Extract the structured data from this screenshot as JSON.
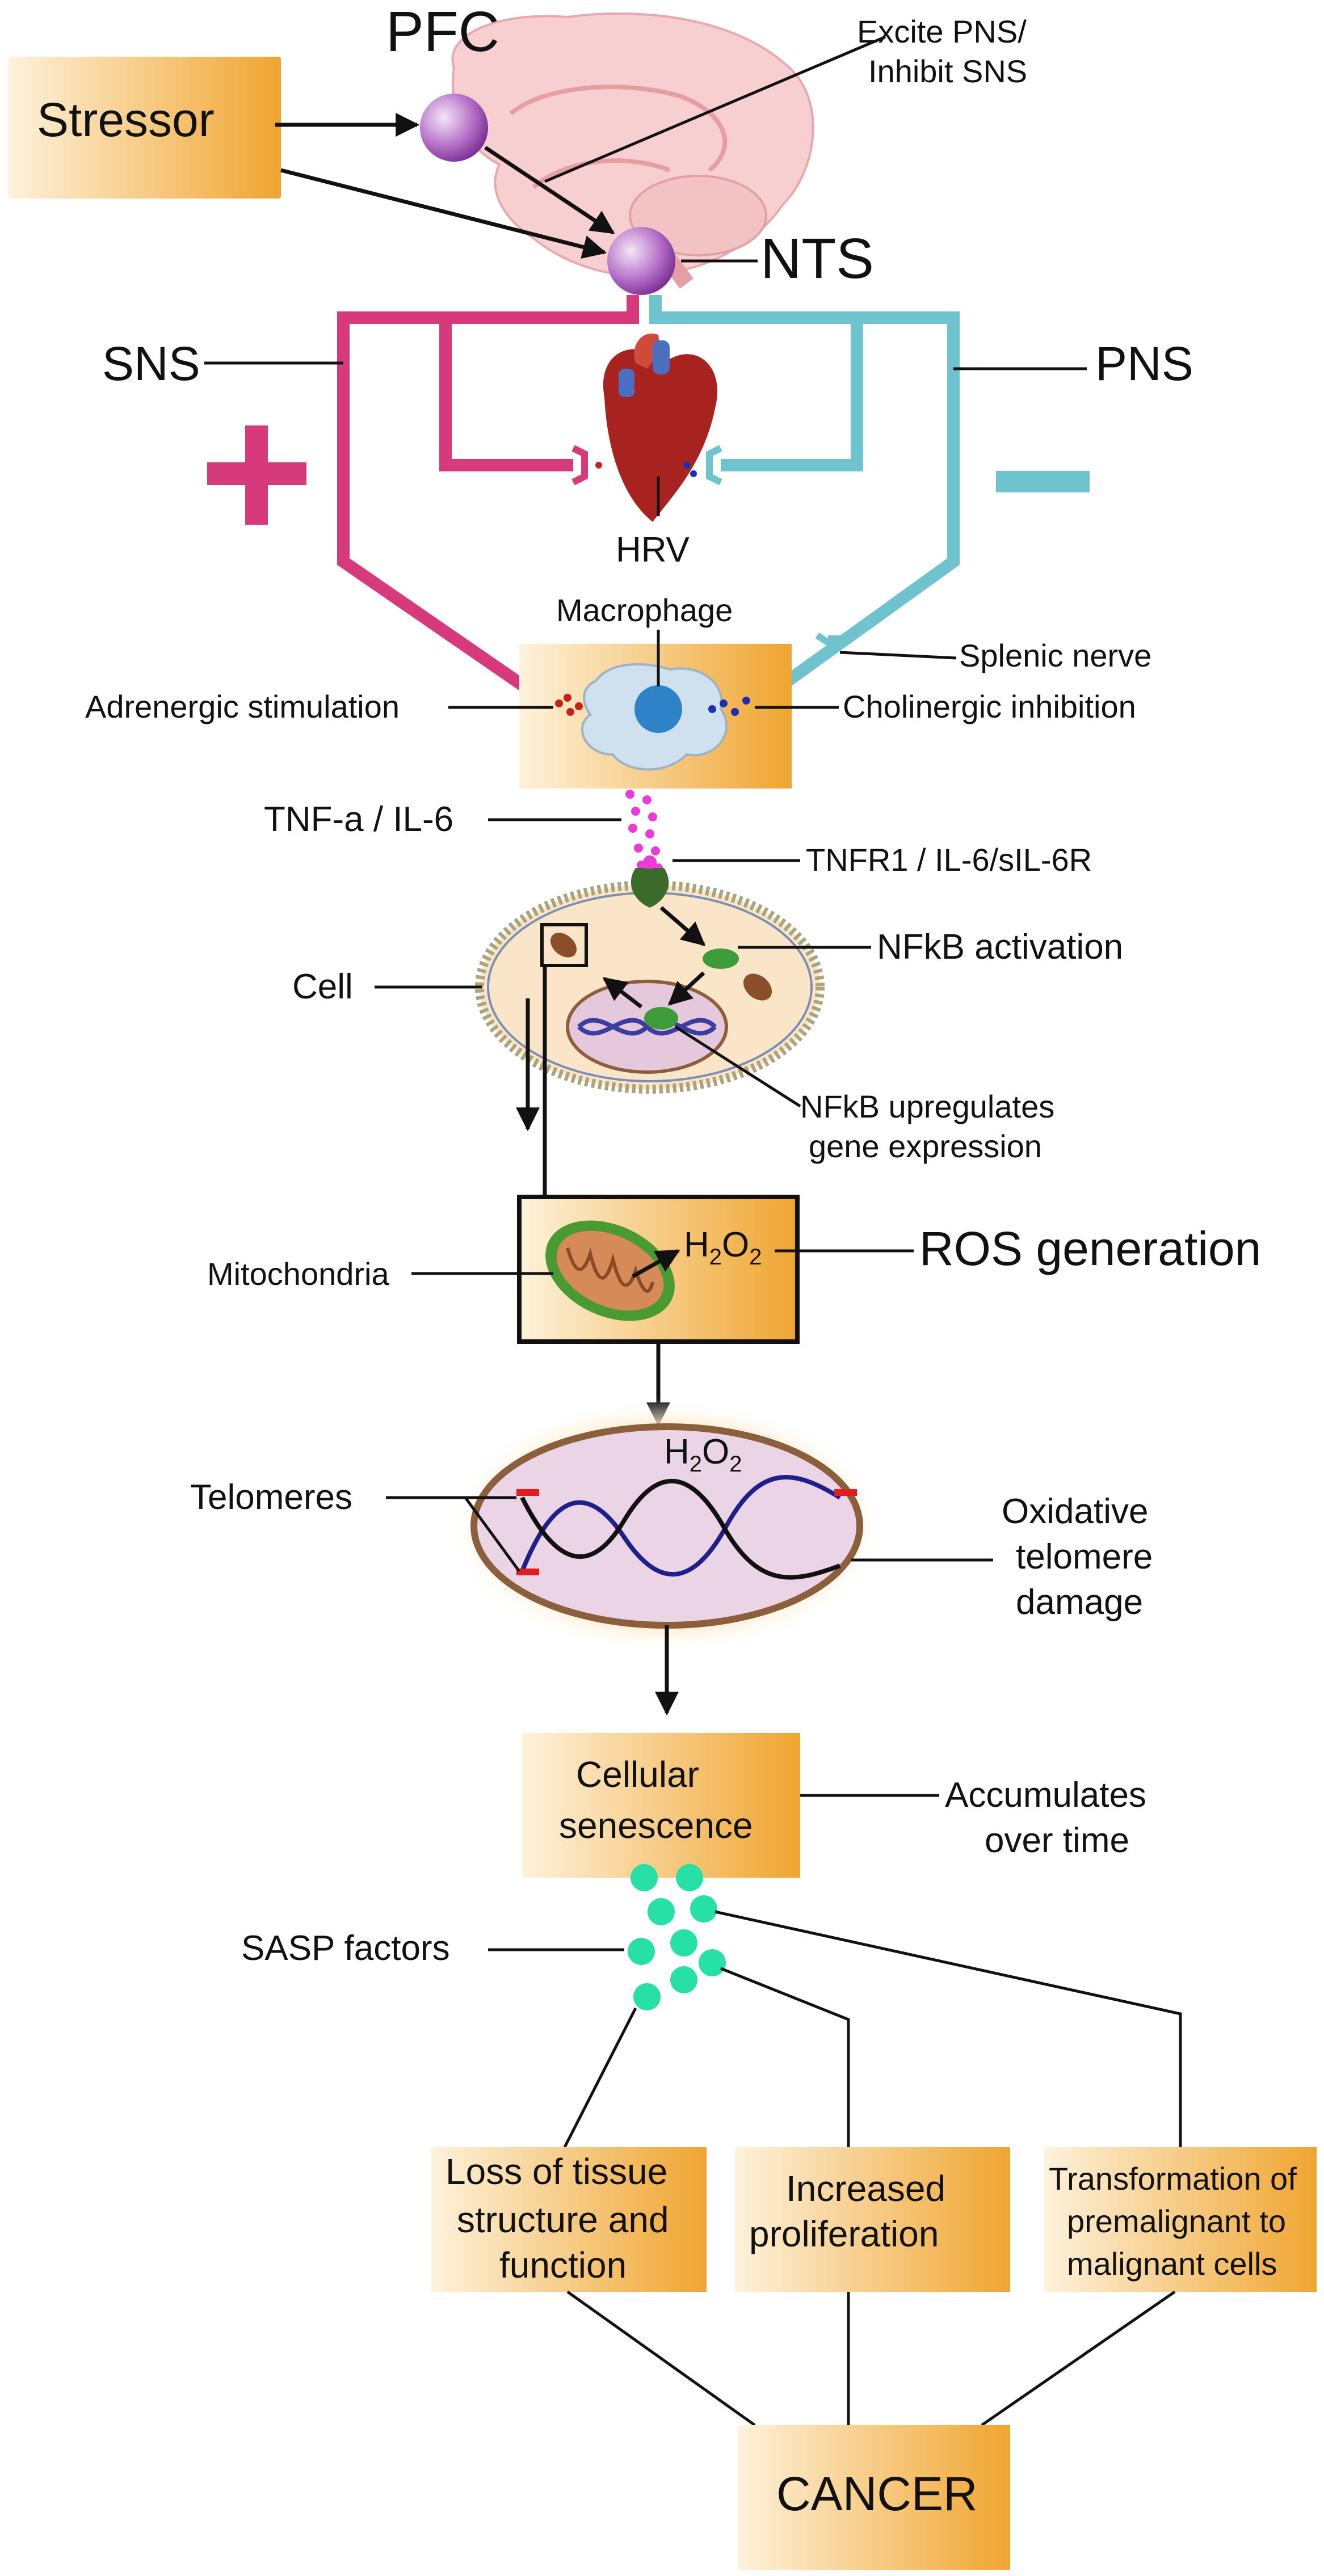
{
  "labels": {
    "pfc": "PFC",
    "excite_pns": "Excite PNS/",
    "inhibit_sns": "Inhibit SNS",
    "stressor": "Stressor",
    "nts": "NTS",
    "sns": "SNS",
    "pns": "PNS",
    "plus": "+",
    "minus": "−",
    "hrv": "HRV",
    "macrophage": "Macrophage",
    "splenic_nerve": "Splenic nerve",
    "adrenergic": "Adrenergic stimulation",
    "cholinergic": "Cholinergic inhibition",
    "tnf": "TNF-a / IL-6",
    "tnfr": "TNFR1 / IL-6/sIL-6R",
    "nfkb_activation": "NFkB activation",
    "cell": "Cell",
    "nfkb_up_1": "NFkB upregulates",
    "nfkb_up_2": "gene expression",
    "mitochondria": "Mitochondria",
    "h2o2_h": "H",
    "h2o2_2a": "2",
    "h2o2_o": "O",
    "h2o2_2b": "2",
    "ros": "ROS generation",
    "telomeres": "Telomeres",
    "oxidative_1": "Oxidative",
    "oxidative_2": "telomere",
    "oxidative_3": "damage",
    "senescence_1": "Cellular",
    "senescence_2": "senescence",
    "accumulates_1": "Accumulates",
    "accumulates_2": "over time",
    "sasp": "SASP factors",
    "loss_1": "Loss of tissue",
    "loss_2": "structure and",
    "loss_3": "function",
    "prolif_1": "Increased",
    "prolif_2": "proliferation",
    "transform_1": "Transformation of",
    "transform_2": "premalignant to",
    "transform_3": "malignant cells",
    "cancer": "CANCER"
  },
  "colors": {
    "sns_pink": "#d63a7a",
    "pns_teal": "#6ec3cf",
    "box_orange": "#f0a733",
    "box_light": "#fdf1da",
    "sasp_green": "#26e0a6",
    "tnf_magenta": "#e83bd8"
  },
  "icons": {
    "brain": "brain-icon",
    "heart": "heart-icon",
    "macrophage": "macrophage-icon",
    "mitochondrion": "mitochondrion-icon",
    "dna": "dna-helix-icon",
    "receptor": "receptor-icon"
  }
}
